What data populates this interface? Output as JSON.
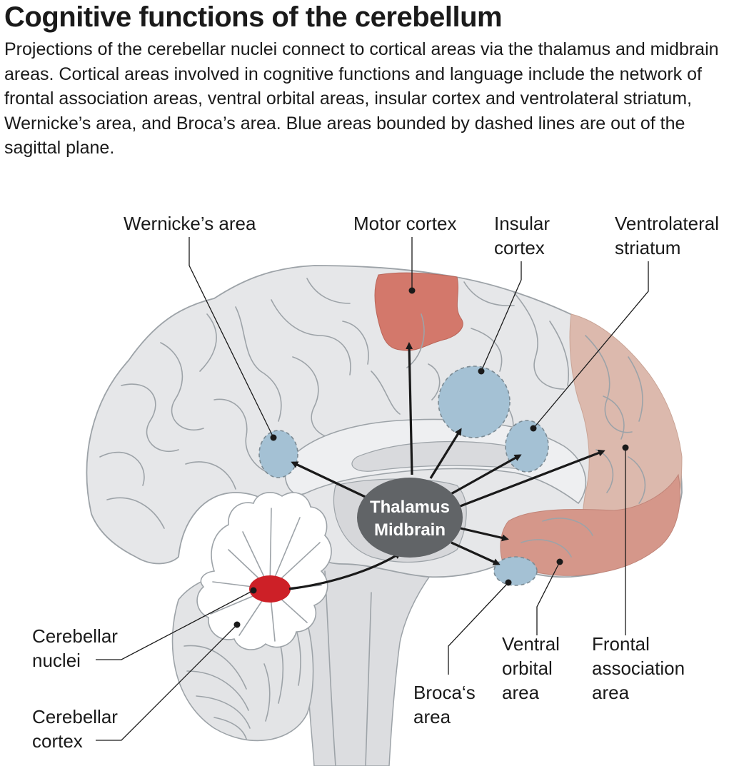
{
  "title": "Cognitive functions of the cerebellum",
  "description": "Projections of the cerebellar nuclei connect to cortical areas via the thalamus and midbrain areas. Cortical areas involved in cognitive functions and language include the network of frontal association areas, ventral orbital areas, insular cortex and ventrolateral striatum, Wernicke’s area, and Broca’s area. Blue areas bounded by dashed lines are out of the sagittal plane.",
  "hub": {
    "line1": "Thalamus",
    "line2": "Midbrain"
  },
  "labels": {
    "wernicke": "Wernicke’s area",
    "motor": "Motor cortex",
    "insular": [
      "Insular",
      "cortex"
    ],
    "striatum": [
      "Ventrolateral",
      "striatum"
    ],
    "nuclei": [
      "Cerebellar",
      "nuclei"
    ],
    "cereb_cortex": [
      "Cerebellar",
      "cortex"
    ],
    "broca": [
      "Broca‘s",
      "area"
    ],
    "ventral_orbital": [
      "Ventral",
      "orbital",
      "area"
    ],
    "frontal": [
      "Frontal",
      "association",
      "area"
    ]
  },
  "colors": {
    "brain_fill": "#e6e7e9",
    "brain_outline": "#9da3a8",
    "motor": "#d3786b",
    "frontal": "#dcb9ad",
    "ventral_orbital": "#d5978a",
    "blue_area": "#a4c1d4",
    "hub": "#616467",
    "nuclei": "#cd2027",
    "arrow": "#1a1a1a"
  }
}
